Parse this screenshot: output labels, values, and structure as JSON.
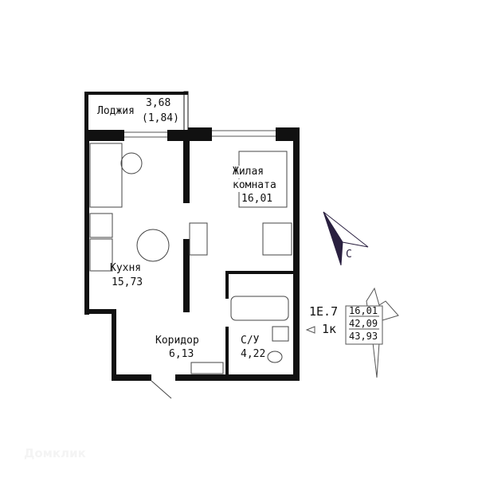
{
  "rooms": {
    "loggia": {
      "name": "Лоджия",
      "area": "3,68",
      "reduced_area": "(1,84)"
    },
    "living": {
      "name_line1": "Жилая",
      "name_line2": "комната",
      "area": "16,01"
    },
    "kitchen": {
      "name": "Кухня",
      "area": "15,73"
    },
    "corridor": {
      "name": "Коридор",
      "area": "6,13"
    },
    "bathroom": {
      "name": "С/У",
      "area": "4,22"
    }
  },
  "apartment": {
    "code": "1Е.7",
    "type": "1к",
    "living_area": "16,01",
    "total_area": "42,09",
    "total_with_loggia": "43,93"
  },
  "compass": {
    "label": "С"
  },
  "watermark": "Домклик",
  "colors": {
    "wall": "#111111",
    "line": "#555555",
    "compass": "#2a2040"
  }
}
